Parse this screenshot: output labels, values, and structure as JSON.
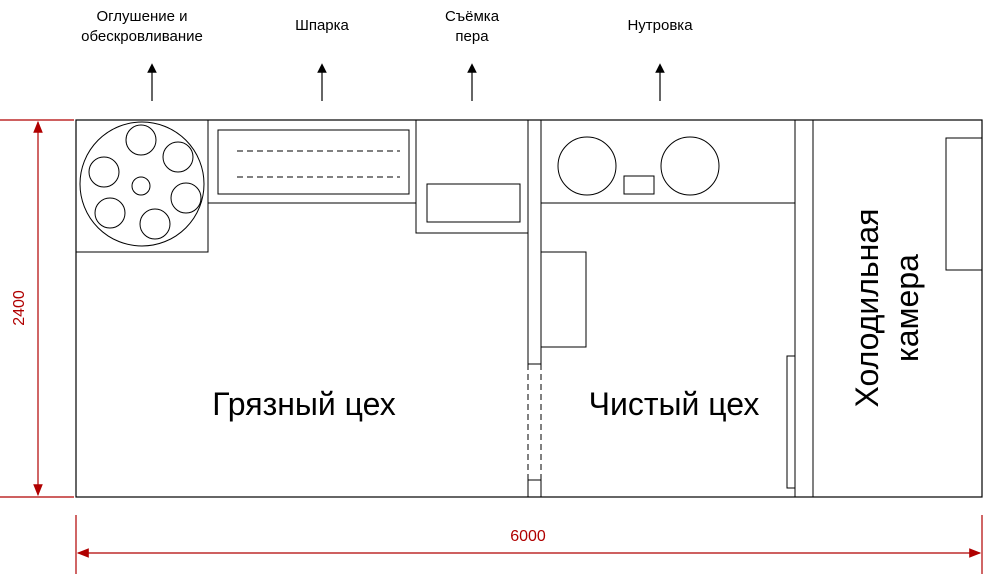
{
  "process_steps": {
    "stunning_line1": "Оглушение и",
    "stunning_line2": "обескровливание",
    "scalding": "Шпарка",
    "plucking_line1": "Съёмка",
    "plucking_line2": "пера",
    "evisceration": "Нутровка"
  },
  "rooms": {
    "dirty_shop": "Грязный цех",
    "clean_shop": "Чистый цех",
    "cold_room_line1": "Холодильная",
    "cold_room_line2": "камера"
  },
  "dimensions": {
    "height": "2400",
    "width": "6000"
  },
  "colors": {
    "dimension": "#b00000",
    "lines": "#000000"
  }
}
